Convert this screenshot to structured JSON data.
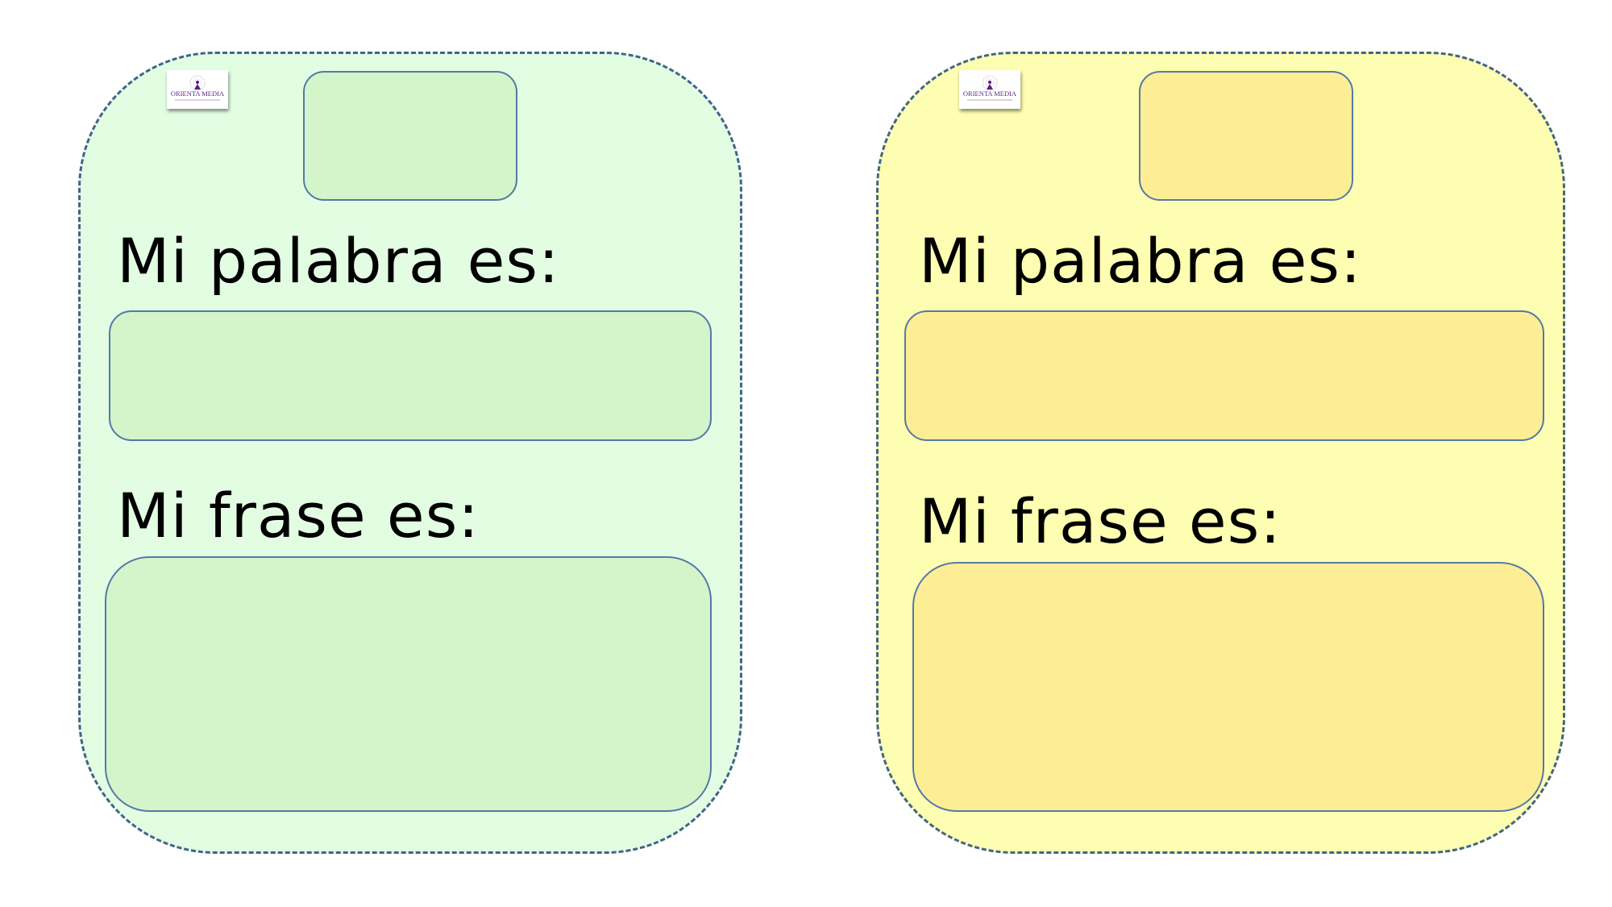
{
  "cards": [
    {
      "color": "#e3fde3",
      "box_color": "#d3f5c9",
      "logo_text": "ORIENTA MEDIA",
      "word_label": "Mi palabra es:",
      "sentence_label": "Mi frase es:"
    },
    {
      "color": "#fefeb2",
      "box_color": "#fdee96",
      "logo_text": "ORIENTA MEDIA",
      "word_label": "Mi palabra es:",
      "sentence_label": "Mi frase es:"
    }
  ],
  "colors": {
    "border": "#41648c",
    "box_border": "#5579a6",
    "logo_purple": "#6a2d8c"
  }
}
